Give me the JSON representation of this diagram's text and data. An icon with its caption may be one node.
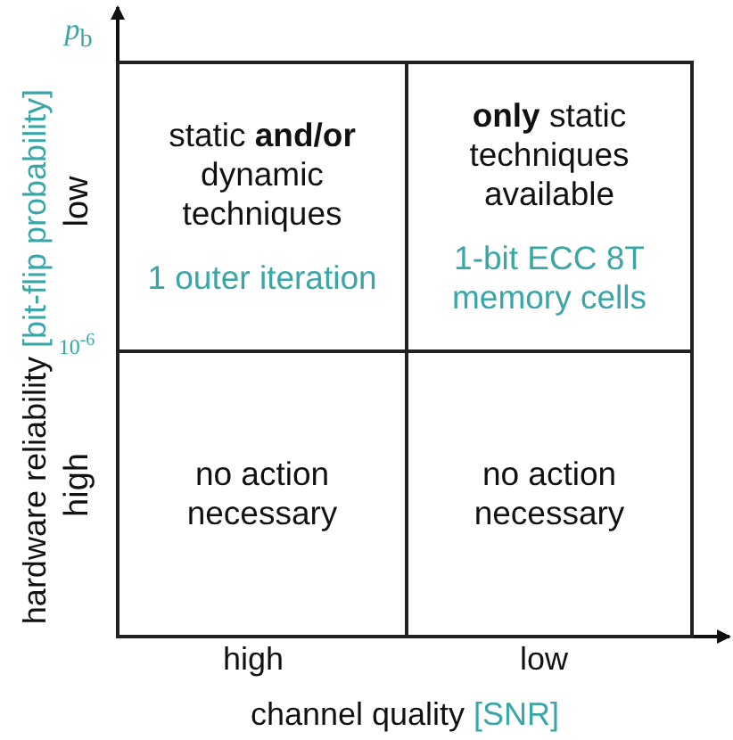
{
  "diagram": {
    "nodes": [
      {
        "text": [
          "static **and/or** dynamic techniques",
          "1 outer iteration"
        ]
      },
      {
        "text": [
          "**only** static techniques available",
          "1-bit ECC 8T memory cells"
        ]
      },
      {
        "text": [
          "no action necessary"
        ]
      },
      {
        "text": [
          "no action necessary"
        ]
      }
    ],
    "edges": [],
    "labels": [
      "*p*$_{b}$",
      "low",
      "10$^{-6}$",
      "high",
      "hardware reliability",
      "[bit-flip probability]",
      "high",
      "low",
      "channel quality",
      "[SNR]"
    ]
  }
}
